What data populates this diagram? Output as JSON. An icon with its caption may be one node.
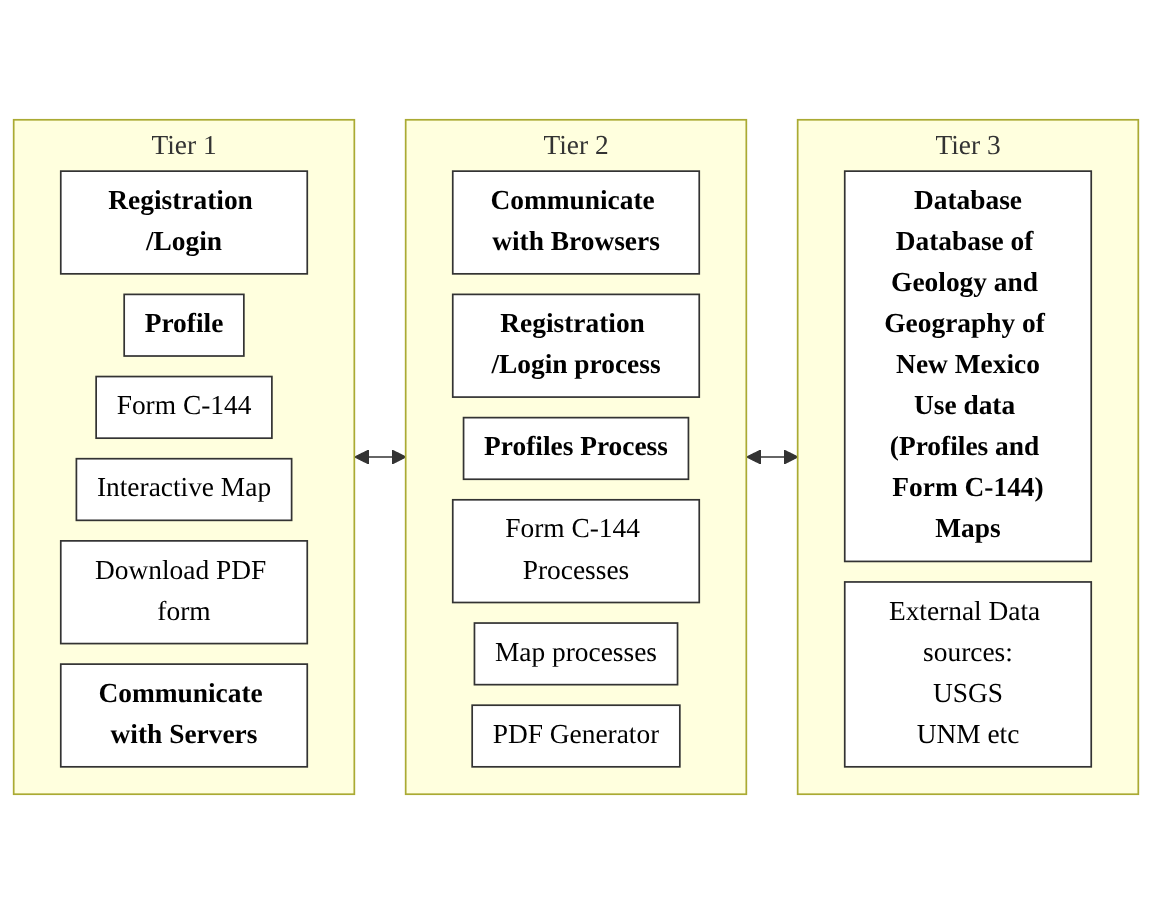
{
  "diagram": {
    "nodes": [
      {
        "text": [
          "Tier 1"
        ]
      },
      {
        "text": [
          "Registration /Login"
        ],
        "in": 0
      },
      {
        "text": [
          "Profile"
        ],
        "in": 0
      },
      {
        "text": [
          "Form C-144"
        ],
        "in": 0
      },
      {
        "text": [
          "Interactive Map"
        ],
        "in": 0
      },
      {
        "text": [
          "Download PDF form"
        ],
        "in": 0
      },
      {
        "text": [
          "Communicate with Servers"
        ],
        "in": 0
      },
      {
        "text": [
          "Tier 2"
        ]
      },
      {
        "text": [
          "Communicate with Browsers"
        ],
        "in": 7
      },
      {
        "text": [
          "Registration /Login process"
        ],
        "in": 7
      },
      {
        "text": [
          "Profiles Process"
        ],
        "in": 7
      },
      {
        "text": [
          "Form C-144 Processes"
        ],
        "in": 7
      },
      {
        "text": [
          "Map processes"
        ],
        "in": 7
      },
      {
        "text": [
          "PDF Generator"
        ],
        "in": 7
      },
      {
        "text": [
          "Tier 3"
        ]
      },
      {
        "text": [
          "Database",
          "Database of Geology and Geography of New Mexico",
          "Use data (Profiles and Form C-144)",
          "Maps"
        ],
        "in": 14
      },
      {
        "text": [
          "External Data sources:",
          "USGS",
          "UNM etc"
        ],
        "in": 14
      }
    ],
    "edges": [
      {
        "from": 0,
        "to": 7,
        "arrow": "both"
      },
      {
        "from": 7,
        "to": 14,
        "arrow": "both"
      }
    ]
  }
}
